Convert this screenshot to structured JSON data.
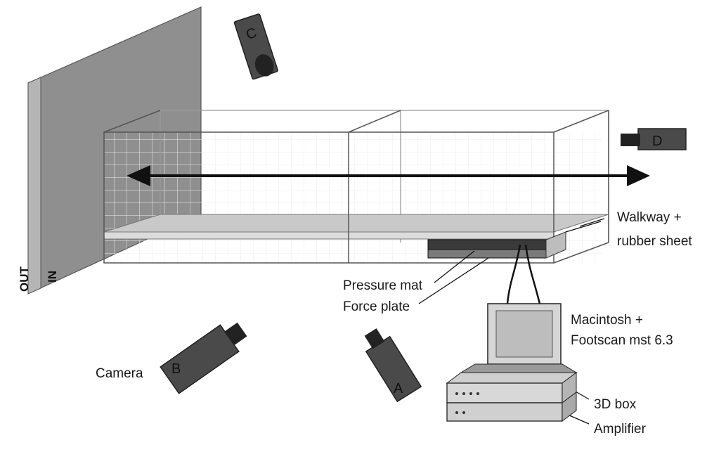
{
  "wall": {
    "out_label": "OUT",
    "in_label": "IN"
  },
  "cameras": {
    "a": "A",
    "b": "B",
    "c": "C",
    "d": "D"
  },
  "labels": {
    "camera": "Camera",
    "walkway_line1": "Walkway +",
    "walkway_line2": "rubber sheet",
    "pressure_mat": "Pressure mat",
    "force_plate": "Force plate",
    "computer_line1": "Macintosh +",
    "computer_line2": "Footscan mst 6.3",
    "box_3d": "3D box",
    "amplifier": "Amplifier"
  },
  "colors": {
    "wall": "#8f8f8f",
    "camera": "#4a4a4a",
    "walkway": "#c9c9c9",
    "pressure_mat": "#3a3a3a",
    "line": "#222222"
  }
}
